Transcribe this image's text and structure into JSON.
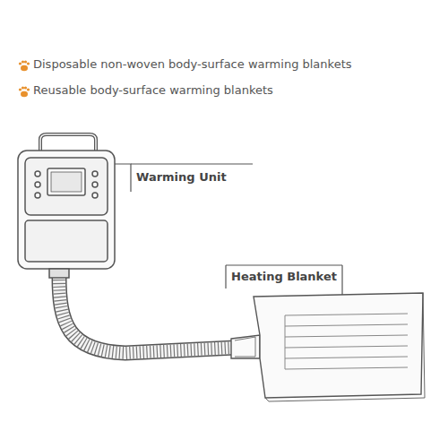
{
  "diagram": {
    "labels": [
      "Disposable non-woven body-surface warming blankets",
      "Reusable body-surface warming blankets",
      "Warming Unit",
      "Heating Blanket"
    ]
  }
}
